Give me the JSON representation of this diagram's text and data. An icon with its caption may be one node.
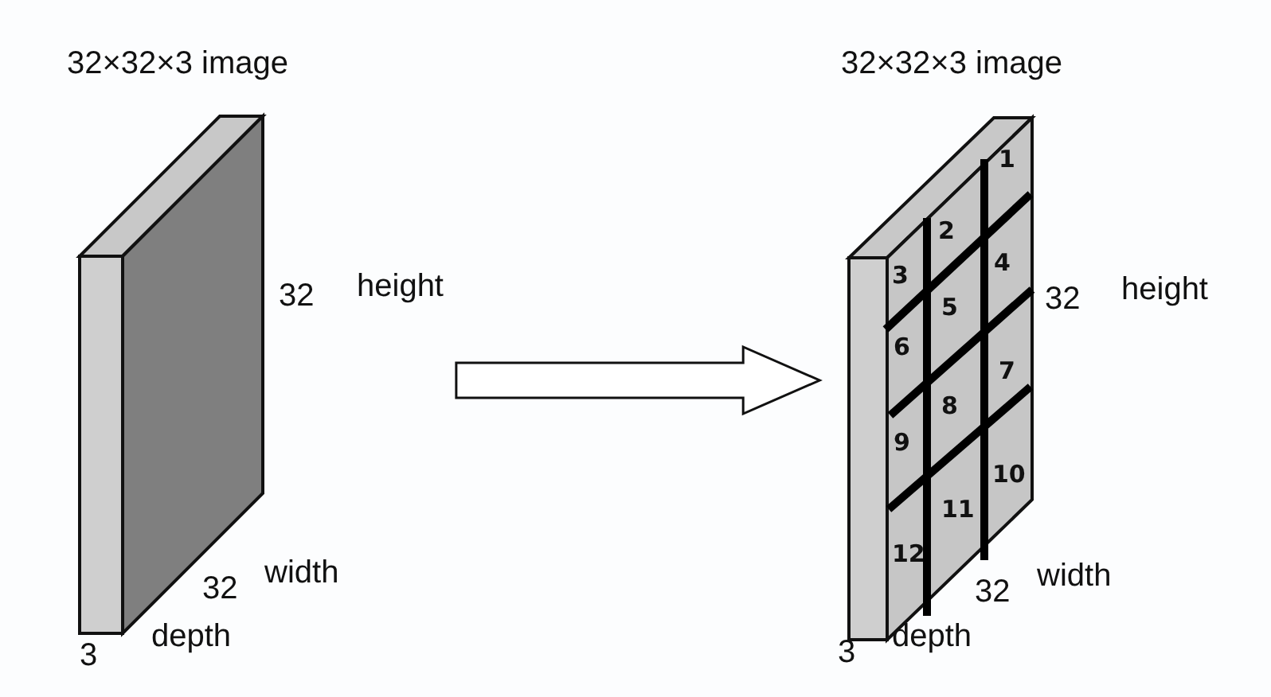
{
  "diagram": {
    "nodes": [
      {
        "text": [],
        "shape": "box"
      },
      {
        "text": [],
        "shape": "box"
      }
    ],
    "edges": [
      {
        "from": 0,
        "to": 1,
        "arrow": "to"
      }
    ],
    "labels": [
      "32×32×3 image",
      "32",
      "height",
      "32",
      "width",
      "3",
      "depth",
      "32×32×3 image",
      "1",
      "2",
      "3",
      "4",
      "5",
      "6",
      "7",
      "8",
      "9",
      "10",
      "11",
      "12",
      "32",
      "height",
      "32",
      "width",
      "3",
      "depth"
    ]
  }
}
